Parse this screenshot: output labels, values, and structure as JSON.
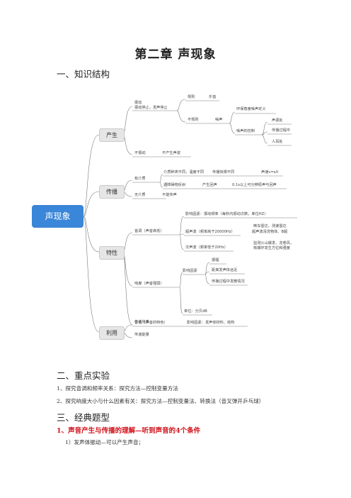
{
  "title": "第二章  声现象",
  "sections": {
    "s1": "一、知识结构",
    "s2": "二、重点实验",
    "s3": "三、经典题型"
  },
  "mindmap": {
    "root": "声现象",
    "b1": "产生",
    "b1_vib": "振动",
    "b1_stop": "振动停止，发声停止",
    "b1_regular": "规则",
    "b1_music": "乐音",
    "b1_irregular": "不规则",
    "b1_noise": "噪声",
    "b1_env": "环保角度噪声定义",
    "b1_control": "噪声的控制",
    "b1_c1": "声源处",
    "b1_c2": "传播过程中",
    "b1_c3": "人耳处",
    "b1_novib": "不振动",
    "b1_nosound": "不产生声波",
    "b2": "传播",
    "b2_medium": "有介质",
    "b2_diff": "介质种类不同，温度不同",
    "b2_speed": "传播快慢不同",
    "b2_v": "声速v=s/t",
    "b2_reflect": "遇障碍物反射",
    "b2_echo": "产生回声",
    "b2_echo_rule": "0.1s以上可分辨原声与回声",
    "b2_nomedium": "无介质",
    "b2_notrans": "不能传声",
    "b3": "特性",
    "b3_pitch": "音调（声音高低）",
    "b3_freq": "影响因素：振动频率（每秒内振动次数，单位HZ）",
    "b3_ultra": "超声波（频率高于20000Hz）",
    "b3_ultra_use1": "倒车雷达、测速雷达",
    "b3_ultra_use2": "超声波清洗物体、B超",
    "b3_infra": "次声波（频率低于20Hz）",
    "b3_infra_use1": "监测火山爆发、龙卷风，",
    "b3_infra_use2": "核爆炸发生方位和强度",
    "b3_loud": "响度（声音强弱）",
    "b3_loud_factor": "影响因素",
    "b3_amp": "振幅",
    "b3_dist": "距离发声体远近",
    "b3_spread": "传播过程中发散情况",
    "b3_unit": "单位：分贝dB",
    "b3_timbre": "音色（声音的特色）",
    "b3_timbre_factor": "影响因素：发声体材料、结构",
    "b4": "利用",
    "b4_info": "传递信息",
    "b4_energy": "传递能量"
  },
  "experiments": [
    "1、探究音调和频率关系：探究方法—控制变量方法",
    "2、探究响度大小与什么因素有关：探究方法—控制变量法、转换法（音叉弹开乒乓球）"
  ],
  "topic1": "1、声音产生与传播的理解—听到声音的4个条件",
  "topic1_item1": "1）发声体振动—可以产生声音；"
}
